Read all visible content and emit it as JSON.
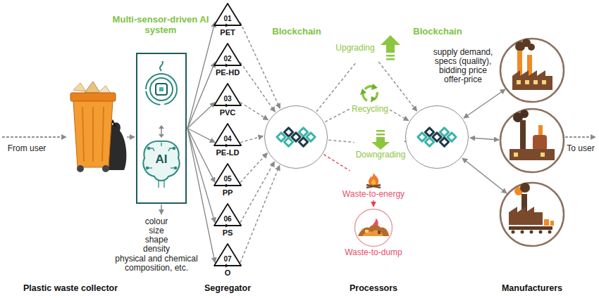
{
  "diagram": {
    "nodes": [
      {
        "text": [
          "Multi-sensor-driven AI system",
          "AI"
        ]
      },
      {
        "text": [
          "01",
          "PET"
        ]
      },
      {
        "text": [
          "02",
          "PE-HD"
        ]
      },
      {
        "text": [
          "03",
          "PVC"
        ]
      },
      {
        "text": [
          "04",
          "PE-LD"
        ]
      },
      {
        "text": [
          "05",
          "PP"
        ]
      },
      {
        "text": [
          "06",
          "PS"
        ]
      },
      {
        "text": [
          "07",
          "O"
        ]
      },
      {
        "text": [
          "Blockchain"
        ]
      },
      {
        "text": [
          "Upgrading"
        ]
      },
      {
        "text": [
          "Recycling"
        ]
      },
      {
        "text": [
          "Downgrading"
        ]
      },
      {
        "text": [
          "Waste-to-energy"
        ]
      },
      {
        "text": [
          "Waste-to-dump"
        ]
      },
      {
        "text": [
          "Blockchain"
        ]
      }
    ],
    "edges": [
      {
        "from": 0,
        "to": 1,
        "arrow": "to"
      },
      {
        "from": 0,
        "to": 2,
        "arrow": "to"
      },
      {
        "from": 0,
        "to": 3,
        "arrow": "to"
      },
      {
        "from": 0,
        "to": 4,
        "arrow": "to"
      },
      {
        "from": 0,
        "to": 5,
        "arrow": "to"
      },
      {
        "from": 0,
        "to": 6,
        "arrow": "to"
      },
      {
        "from": 0,
        "to": 7,
        "arrow": "to"
      },
      {
        "from": 1,
        "to": 8,
        "arrow": "to"
      },
      {
        "from": 2,
        "to": 8,
        "arrow": "to"
      },
      {
        "from": 3,
        "to": 8,
        "arrow": "to"
      },
      {
        "from": 4,
        "to": 8,
        "arrow": "to"
      },
      {
        "from": 5,
        "to": 8,
        "arrow": "to"
      },
      {
        "from": 6,
        "to": 8,
        "arrow": "to"
      },
      {
        "from": 7,
        "to": 8,
        "arrow": "to"
      },
      {
        "from": 8,
        "to": 9,
        "arrow": "none"
      },
      {
        "from": 9,
        "to": 14,
        "arrow": "to"
      },
      {
        "from": 8,
        "to": 10,
        "arrow": "none"
      },
      {
        "from": 10,
        "to": 14,
        "arrow": "to"
      },
      {
        "from": 8,
        "to": 11,
        "arrow": "none"
      },
      {
        "from": 11,
        "to": 14,
        "arrow": "to"
      },
      {
        "from": 8,
        "to": 12,
        "arrow": "none"
      },
      {
        "from": 12,
        "to": 13,
        "arrow": "to"
      }
    ],
    "labels": [
      "From user",
      "colour",
      "size",
      "shape",
      "density",
      "physical and chemical composition, etc.",
      "supply demand,",
      "specs (quality),",
      "bidding price",
      "offer-price",
      "To user",
      "Plastic waste collector",
      "Segregator",
      "Processors",
      "Manufacturers"
    ]
  }
}
